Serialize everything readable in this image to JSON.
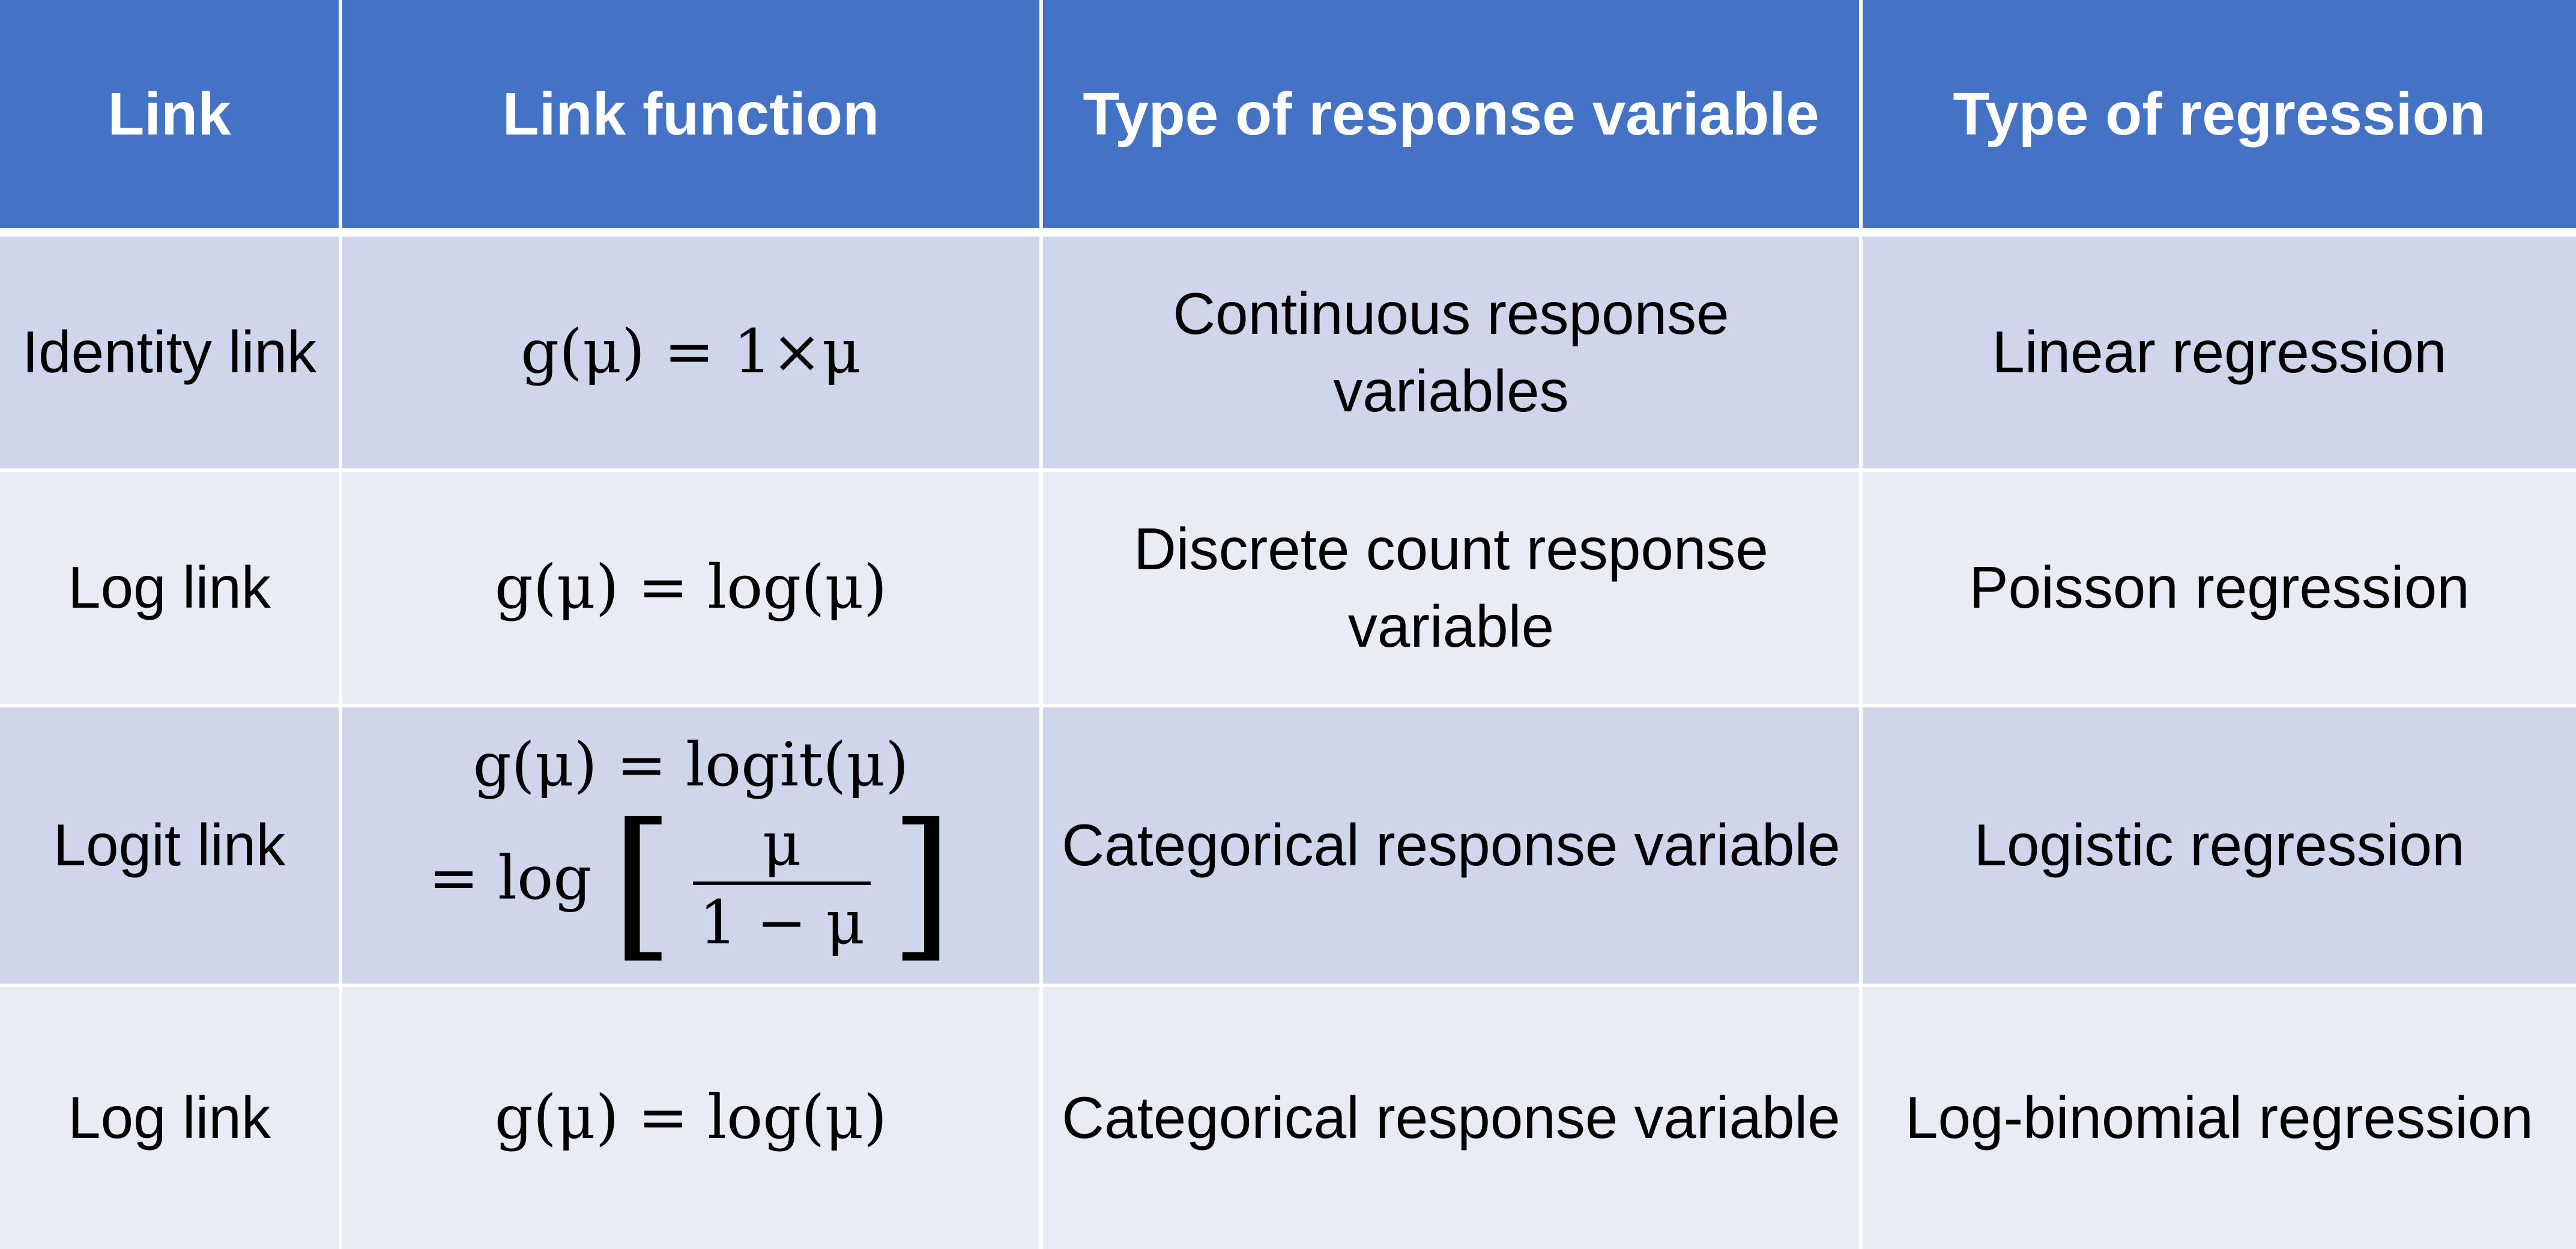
{
  "headers": [
    "Link",
    "Link function",
    "Type of response variable",
    "Type of regression"
  ],
  "rows": [
    {
      "link": "Identity link",
      "formula_lines": [
        "g(μ) = 1×μ"
      ],
      "response": "Continuous response variables",
      "regression": "Linear regression"
    },
    {
      "link": "Log link",
      "formula_lines": [
        "g(μ) = log(μ)"
      ],
      "response": "Discrete count response variable",
      "regression": "Poisson regression"
    },
    {
      "link": "Logit link",
      "formula_lines": [
        "g(μ) = logit(μ)",
        "= log",
        "μ",
        "1 − μ"
      ],
      "response": "Categorical response variable",
      "regression": "Logistic regression"
    },
    {
      "link": "Log link",
      "formula_lines": [
        "g(μ) = log(μ)"
      ],
      "response": "Categorical response variable",
      "regression": "Log-binomial regression"
    }
  ],
  "colors": {
    "header_bg": "#4472c4",
    "header_text": "#ffffff",
    "row_odd_bg": "#cfd5ea",
    "row_even_bg": "#e9ebf5",
    "grid": "#ffffff"
  }
}
